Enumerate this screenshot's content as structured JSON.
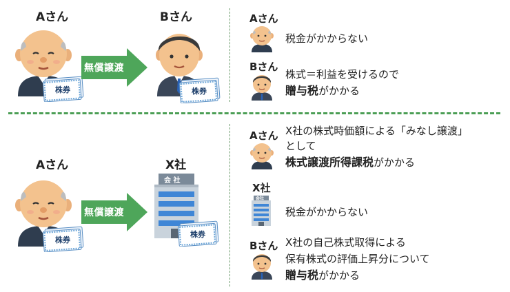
{
  "top": {
    "left_person": "Aさん",
    "right_person": "Bさん",
    "arrow_label": "無償譲渡",
    "certificate_label": "株券"
  },
  "bottom": {
    "left_person": "Aさん",
    "right_entity": "X社",
    "arrow_label": "無償譲渡",
    "certificate_label": "株券",
    "building_sign": "会 社"
  },
  "right_top": {
    "a_label": "Aさん",
    "a_text": "税金がかからない",
    "b_label": "Bさん",
    "b_text_line1": "株式＝利益を受けるので",
    "b_text_bold": "贈与税",
    "b_text_suffix": "がかかる"
  },
  "right_bottom": {
    "a_label": "Aさん",
    "a_text_line1": "X社の株式時価額による「みなし譲渡」",
    "a_text_line2": "として",
    "a_text_bold": "株式譲渡所得課税",
    "a_text_suffix": "がかかる",
    "x_label": "X社",
    "x_sign": "会社",
    "x_text": "税金がかからない",
    "b_label": "Bさん",
    "b_text_line1": "X社の自己株式取得による",
    "b_text_line2": "保有株式の評価上昇分について",
    "b_text_bold": "贈与税",
    "b_text_suffix": "がかかる"
  },
  "colors": {
    "arrow_green": "#4ea65a",
    "divider_green": "#4b9e55",
    "skin": "#f3c28e",
    "certificate_blue": "#6fa7d8",
    "building_blue": "#3f86d6"
  }
}
